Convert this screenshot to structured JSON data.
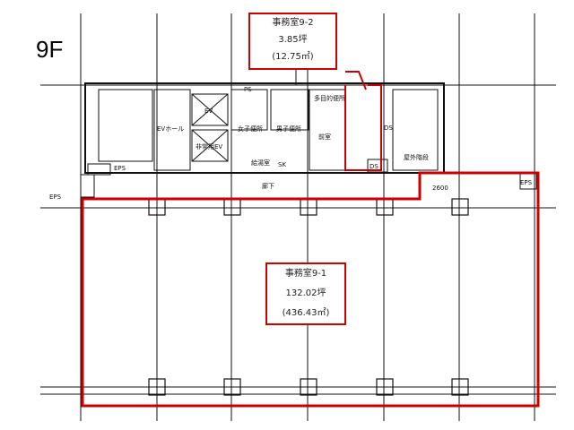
{
  "floor_label": "9F",
  "office_9_2": {
    "name": "事務室9-2",
    "tsubo": "3.85坪",
    "sqm": "(12.75㎡)"
  },
  "office_9_1": {
    "name": "事務室9-1",
    "tsubo": "132.02坪",
    "sqm": "(436.43㎡)"
  },
  "rooms": {
    "ev_hall": "EVホール",
    "ev": "EV",
    "emergency_ev": "非常用EV",
    "womens_wc": "女子便所",
    "mens_wc": "男子便所",
    "multi_wc": "多目的便所",
    "front_room": "前室",
    "kitchen": "給湯室",
    "sk": "SK",
    "corridor": "廊下",
    "ds1": "DS",
    "ds2": "DS",
    "ps": "PS",
    "eps1": "EPS",
    "eps2": "EPS",
    "eps3": "EPS",
    "outdoor_stairs": "屋外階段",
    "dimension": "2600"
  },
  "colors": {
    "accent": "#cc0000",
    "line": "#111111"
  }
}
